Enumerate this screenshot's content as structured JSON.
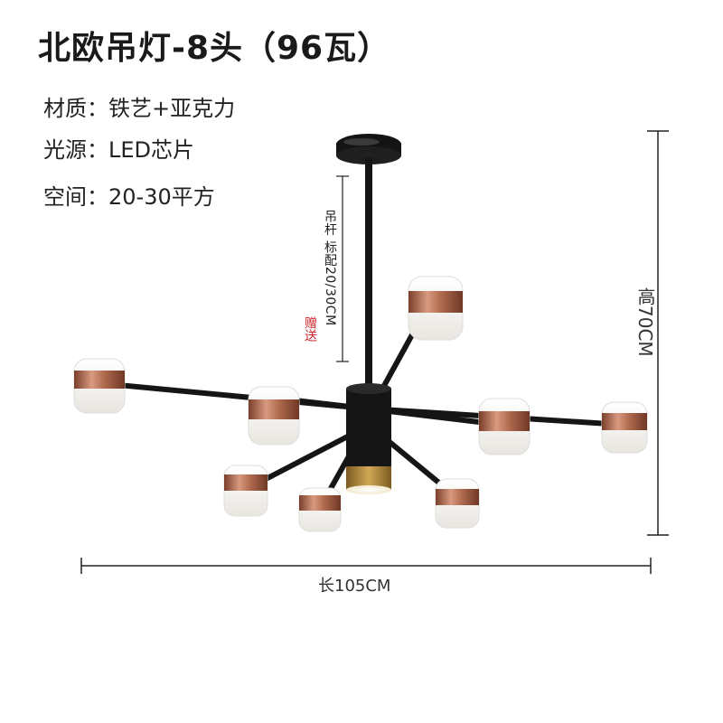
{
  "product": {
    "title": "北欧吊灯-8头（96瓦）"
  },
  "specs": [
    {
      "text": "材质：铁艺+亚克力"
    },
    {
      "text": "光源：LED芯片"
    },
    {
      "text": "空间：20-30平方"
    }
  ],
  "dimensions": {
    "length_label": "长105CM",
    "height_label": "高70CM",
    "rod_label": "吊杆 标配20/30CM",
    "rod_gift": "赠送"
  },
  "colors": {
    "frame": "#151515",
    "copper": "#b06a4e",
    "shade": "#f5f3ef",
    "brass": "#b58a3a",
    "gift_red": "#d2252c"
  }
}
